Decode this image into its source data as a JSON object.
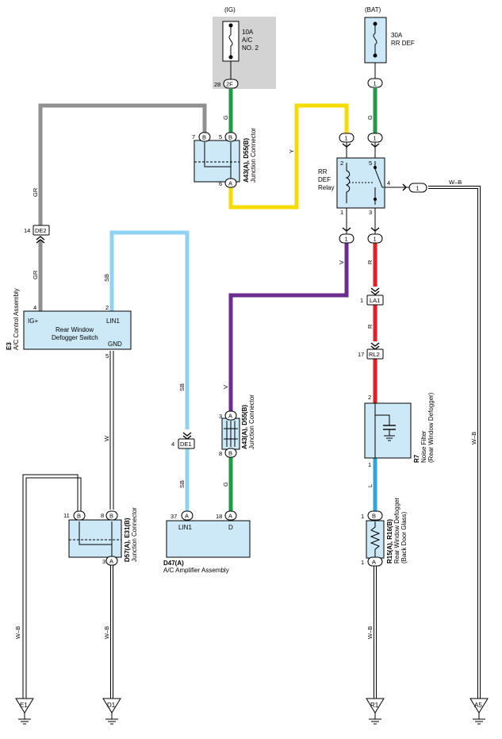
{
  "sources": {
    "ig": {
      "label": "(IG)",
      "fuse_rating": "10A",
      "fuse_line1": "A/C",
      "fuse_line2": "NO. 2",
      "pin": "2F",
      "pin_no": "28"
    },
    "bat": {
      "label": "(BAT)",
      "fuse_rating": "30A",
      "fuse_line1": "RR DEF",
      "pin": "1"
    }
  },
  "wire_colors": {
    "gray": "#909090",
    "green": "#1f9a48",
    "yellow": "#f5dc00",
    "lightblue": "#8fd3f3",
    "purple": "#6a2f8e",
    "red": "#e41e26",
    "blue": "#2ba6de",
    "white_black": "#ffffff"
  },
  "wire_labels": {
    "gr_top": "GR",
    "gr_bottom": "GR",
    "sb_top": "SB",
    "sb_mid": "SB",
    "sb_low": "SB",
    "g_ig": "G",
    "g_bat": "G",
    "g_d47": "G",
    "y": "Y",
    "v_top": "V",
    "v_mid": "V",
    "r_1": "R",
    "r_2": "R",
    "l": "L",
    "w": "W",
    "wb_e1": "W–B",
    "wb_d1": "W–B",
    "wb_r1": "W–B",
    "wb_a5": "W–B",
    "wb_top": "W–B"
  },
  "junction_a43": {
    "id": "A43(A), D55(B)",
    "name": "Junction Connector",
    "pin7": "7",
    "pin5": "5",
    "pin6": "6",
    "pin3": "3",
    "pin8": "8",
    "letter_a": "A",
    "letter_b": "B"
  },
  "relay": {
    "line1": "RR",
    "line2": "DEF",
    "line3": "Relay",
    "pin2": "2",
    "pin5": "5",
    "pin4": "4",
    "pin1": "1",
    "pin3": "3",
    "conn": "1"
  },
  "control_assembly": {
    "id": "E3",
    "name": "A/C Control Assembly",
    "line1": "Rear Window",
    "line2": "Defogger Switch",
    "ig_plus": "IG+",
    "lin1": "LIN1",
    "gnd": "GND",
    "pin4": "4",
    "pin2": "2",
    "pin5": "5"
  },
  "connectors": {
    "de2": "DE2",
    "de2_pin": "14",
    "de1": "DE1",
    "de1_pin": "4",
    "la1": "LA1",
    "la1_pin": "1",
    "rl2": "RL2",
    "rl2_pin": "17"
  },
  "junction_d57": {
    "id": "D57(A), E31(B)",
    "name": "Junction Connector",
    "pin11": "11",
    "pin8": "8",
    "pin3": "3",
    "letter_a": "A",
    "letter_b": "B"
  },
  "amplifier": {
    "id": "D47(A)",
    "name": "A/C Amplifier Assembly",
    "lin1": "LIN1",
    "d": "D",
    "pin37": "37",
    "pin18": "18",
    "letter": "A"
  },
  "noise_filter": {
    "id": "R7",
    "line1": "Noise Filter",
    "line2": "(Rear Window Defogger)",
    "pin2": "2",
    "pin1": "1"
  },
  "defogger": {
    "id": "R15(A), R16(B)",
    "line1": "Rear Window Defogger",
    "line2": "(Back Door Glass)",
    "pin1": "1",
    "letter_a": "A",
    "letter_b": "B"
  },
  "grounds": {
    "e1": "E1",
    "d1": "D1",
    "r1": "R1",
    "a5": "A5"
  }
}
